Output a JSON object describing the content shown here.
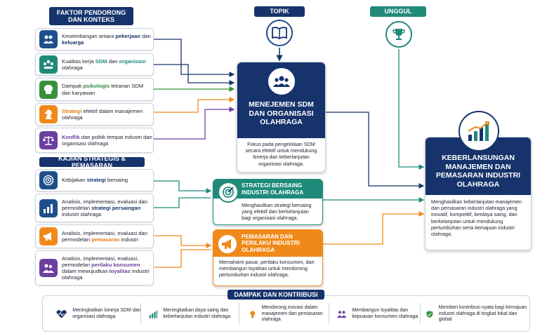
{
  "headers": {
    "drivers": "FAKTOR PENDORONG DAN KONTEKS",
    "topic": "TOPIK",
    "leading": "UNGGUL",
    "strategic": "KAJIAN STRATEGIS & PEMASARAN",
    "impact": "DAMPAK DAN KONTRIBUSI"
  },
  "drivers": [
    {
      "pre": "Keseimbangan antara ",
      "hl1": "pekerjaan",
      "mid": " dan ",
      "hl2": "keluarga",
      "post": ""
    },
    {
      "pre": "Kualitas kerja ",
      "hl1": "SDM",
      "mid": " dan ",
      "hl2": "organisasi",
      "post": " olahraga"
    },
    {
      "pre": "Dampak ",
      "hl1": "psikologis",
      "mid": " tekanan SDM dan karyawan",
      "hl2": "",
      "post": ""
    },
    {
      "pre": "",
      "hl1": "Strategi",
      "mid": " efektif dalam manajemen olahraga",
      "hl2": "",
      "post": ""
    },
    {
      "pre": "",
      "hl1": "Konflik",
      "mid": " dan politik tempat industri dan organisasi olahraga",
      "hl2": "",
      "post": ""
    }
  ],
  "strategic": [
    {
      "pre": "Kebijakan ",
      "hl1": "strategi",
      "mid": " bersaing",
      "hl2": "",
      "post": ""
    },
    {
      "pre": "Analisis, implementasi, evaluasi dan permodelan ",
      "hl1": "strategi persaingan",
      "mid": " industri olahraga",
      "hl2": "",
      "post": ""
    },
    {
      "pre": "Analisis, implementasi, evaluasi dan permodelan ",
      "hl1": "pemasaran",
      "mid": " industri",
      "hl2": "",
      "post": ""
    },
    {
      "pre": "Analisis, implementasi, evaluasi, permodelan ",
      "hl1": "perilaku konsumen",
      "mid": " dalam mewujudkan ",
      "hl2": "loyalitas",
      "post": " industri olahraga"
    }
  ],
  "topic_box": {
    "title": "MENEJEMEN SDM DAN ORGANISASI OLAHRAGA",
    "desc": "Fokus pada pengelolaan SDM secara efektif untuk mendukung kinerja dan keberlanjutan organisasi olahraga."
  },
  "strategy_box": {
    "title": "STRATEGI BERSAING INDUSTRI OLAHRAGA",
    "desc": "Menghasilkan strategi bersaing yang efektif dan berkelanjutan bagi organisasi olahraga."
  },
  "marketing_box": {
    "title": "PEMASARAN DAN PERILAKU INDUSTRI OLAHRAGA",
    "desc": "Memahami pasar, perilaku konsumen, dan membangun loyalitas untuk mendorong pertumbuhan industri olahraga."
  },
  "outcome_box": {
    "title": "KEBERLANSUNGAN MANAJEMEN DAN PEMASARAN INDUSTRI OLAHRAGA",
    "desc": "Menghasilkan keberlanjutan manajemen dan pemasaran industri olahraga yang inovatif, kompetitif, berdaya saing, dan berkelanjutan untuk mendukung pertumbuhan serta kemajuan industri olahraga."
  },
  "impacts": [
    "Meningkatkan kinerja SDM dan organisasi olahraga",
    "Meningkatkan daya saing dan keberlanjutan industri olahraga",
    "Mendorong inovasi dalam manajemen dan pemasaran olahraga",
    "Membangun loyalitas dan kepuasan konsumen olahraga",
    "Memberi kontribusi nyata bagi kemajuan industri olahraga di tingkat lokal dan global"
  ],
  "colors": {
    "navy": "#16336b",
    "teal": "#1f8a7a",
    "orange": "#ef8a1a",
    "green": "#3a8f3a",
    "purple": "#6b3fa0"
  },
  "icons": {
    "drivers": [
      "people-icon",
      "team-icon",
      "brain-icon",
      "chess-knight-icon",
      "scales-icon"
    ],
    "strategic": [
      "target-icon",
      "bar-chart-icon",
      "megaphone-icon",
      "customers-icon"
    ],
    "topic": "book-icon",
    "leading": "trophy-icon",
    "outcome": "growth-chart-icon",
    "impacts": [
      "heartbeat-icon",
      "bar-chart-icon",
      "lightbulb-icon",
      "group-icon",
      "shield-check-icon"
    ]
  }
}
